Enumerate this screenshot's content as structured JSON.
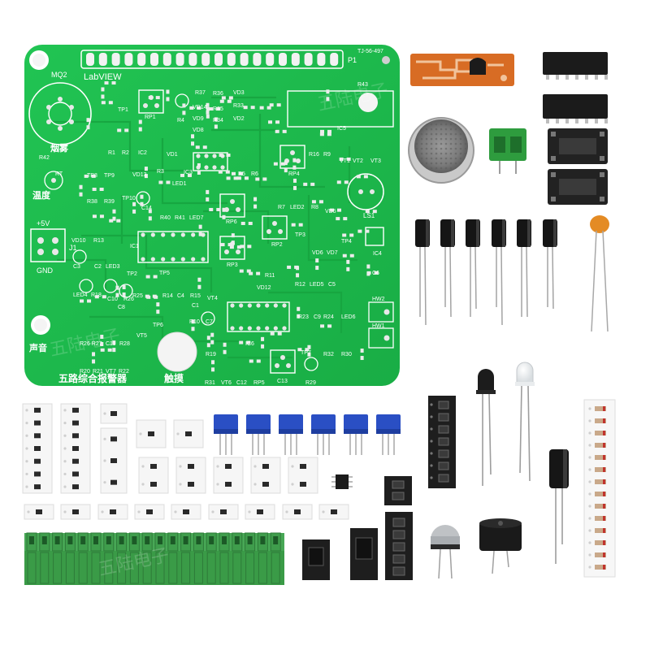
{
  "photo": {
    "board": {
      "title": "五路综合报警器",
      "brand": "LabVIEW",
      "code": "TJ-56-497",
      "header_label": "P1",
      "labels": {
        "mq2": "MQ2",
        "smoke": "烟雾",
        "temperature": "温度",
        "sound": "声音",
        "touch": "触摸",
        "power": "+5V",
        "ground": "GND",
        "j1": "J1",
        "ls1": "LS1",
        "hw1": "HW1",
        "hw2": "HW2"
      },
      "refs": [
        "TP1",
        "RP1",
        "R4",
        "R37",
        "VD14",
        "R36",
        "VD9",
        "R35",
        "VD8",
        "R34",
        "VD3",
        "R33",
        "VD2",
        "R43",
        "R1",
        "R2",
        "IC2",
        "VD1",
        "R42",
        "RT",
        "TP8",
        "TP9",
        "VD13",
        "R3",
        "IC3",
        "LED1",
        "R5",
        "R6",
        "RP4",
        "R16",
        "R9",
        "VT1",
        "VT2",
        "VT3",
        "IC5",
        "R38",
        "R39",
        "TP10",
        "C14",
        "R40",
        "R41",
        "LED7",
        "RP6",
        "R7",
        "LED2",
        "R8",
        "VD5",
        "TP3",
        "TP4",
        "VD10",
        "R13",
        "IC1",
        "RP2",
        "C3",
        "C2",
        "LED3",
        "TP5",
        "RP3",
        "VD6",
        "VD7",
        "IC4",
        "C6",
        "R11",
        "VD12",
        "LED4",
        "R18",
        "C10",
        "TP2",
        "R26",
        "R14",
        "C4",
        "R15",
        "VT4",
        "R12",
        "LED5",
        "C5",
        "R23",
        "C9",
        "R24",
        "LED6",
        "C1",
        "C8",
        "R10",
        "C7",
        "TP6",
        "R25",
        "IC6",
        "R26 R27",
        "C11",
        "R28",
        "VT5",
        "R19",
        "TP7",
        "R32",
        "R30",
        "R20",
        "R21",
        "VT7",
        "R22",
        "R31",
        "VT6",
        "C12",
        "RP5",
        "C13",
        "R29"
      ]
    },
    "watermark": "五陆电子"
  },
  "colors": {
    "background": "#ffffff",
    "pcb": "#1fbf4f",
    "pcb_dark": "#179a3c",
    "silkscreen": "#ffffff",
    "component_black": "#1b1b1b",
    "trimmer_blue": "#2a4fc4",
    "terminal_green": "#3a9b47"
  }
}
